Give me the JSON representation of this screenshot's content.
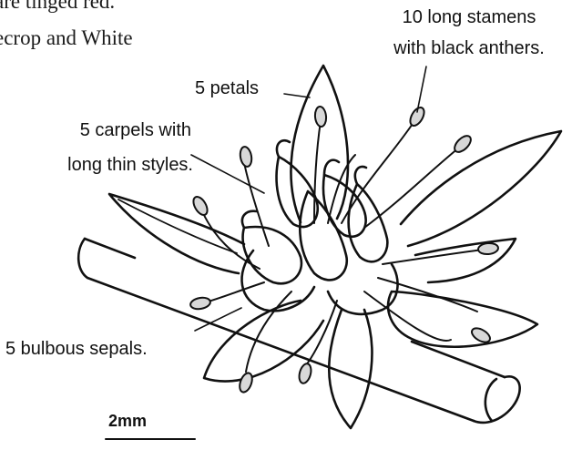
{
  "caption": {
    "line1": "are tinged red.",
    "line2": "ecrop and White"
  },
  "labels": {
    "stamens_line1": "10 long stamens",
    "stamens_line2": "with black anthers.",
    "petals": "5 petals",
    "carpels_line1": "5 carpels with",
    "carpels_line2": "long thin styles.",
    "sepals": "5 bulbous sepals."
  },
  "scale_bar": {
    "label": "2mm"
  },
  "colors": {
    "ink": "#111111",
    "paper": "#ffffff",
    "anther_fill": "#d8d8d8"
  }
}
